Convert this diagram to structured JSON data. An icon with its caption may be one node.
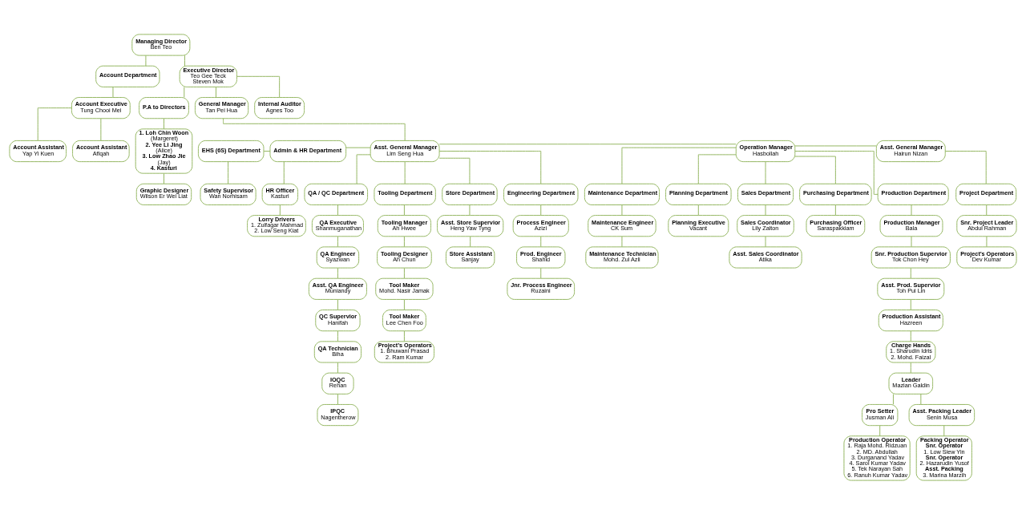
{
  "diagram": {
    "nodes": [
      {
        "text": [
          "Managing Director",
          "Ben Teo"
        ]
      },
      {
        "text": [
          "Account Department"
        ]
      },
      {
        "text": [
          "Account Executive",
          "Tung Chooi Mei"
        ]
      },
      {
        "text": [
          "Account Assistant",
          "Yap Yi Kuen"
        ]
      },
      {
        "text": [
          "Account Assistant",
          "Aflqah"
        ]
      },
      {
        "text": [
          "Executive Director",
          "Teo Gee Teck",
          "Steven Mok"
        ]
      },
      {
        "text": [
          "Internal Auditor",
          "Agnes Too"
        ]
      },
      {
        "text": [
          "P.A to Directors"
        ]
      },
      {
        "text": [
          "1. Loh Chin Woon",
          "(Margeret)",
          "2. Yee Li Jing",
          "(Alice)",
          "3. Low Zhao Jie",
          "(Jay)",
          "4. Kasturi"
        ]
      },
      {
        "text": [
          "Graphic Designer",
          "Wilson Er Wei Liat"
        ]
      },
      {
        "text": [
          "General Manager",
          "Tan Pei Hua"
        ]
      },
      {
        "text": [
          "EHS (6S) Department"
        ]
      },
      {
        "text": [
          "Admin & HR Department"
        ]
      },
      {
        "text": [
          "Asst. General Manager",
          "Lim Seng Hua"
        ]
      },
      {
        "text": [
          "Operation Manager",
          "Hasbollah"
        ]
      },
      {
        "text": [
          "Asst. General Manager",
          "Hairun Nizan"
        ]
      },
      {
        "text": [
          "Safety Supervisor",
          "Wan Norhisam"
        ]
      },
      {
        "text": [
          "HR Officer",
          "Kasturi"
        ]
      },
      {
        "text": [
          "Lorry Drivers",
          "1. Zulfagar Mahmad",
          "2. Low Seng Kiat"
        ]
      },
      {
        "text": [
          "Engineering Department"
        ]
      },
      {
        "text": [
          "Process Engineer",
          "Azizi"
        ]
      },
      {
        "text": [
          "Prod. Engineer",
          "Shahid"
        ]
      },
      {
        "text": [
          "Jnr. Process Engineer",
          "Ruzaini"
        ]
      },
      {
        "text": [
          "QA / QC Department"
        ]
      },
      {
        "text": [
          "QA Executive",
          "Shanmuganathan"
        ]
      },
      {
        "text": [
          "QA Engineer",
          "Syazwan"
        ]
      },
      {
        "text": [
          "Asst. QA Engineer",
          "Muniandy"
        ]
      },
      {
        "text": [
          "QC Supervior",
          "Hanifah"
        ]
      },
      {
        "text": [
          "QA Technician",
          "Biha"
        ]
      },
      {
        "text": [
          "IOQC",
          "Rehan"
        ]
      },
      {
        "text": [
          "IPQC",
          "Nagentherow"
        ]
      },
      {
        "text": [
          "Tooling Department"
        ]
      },
      {
        "text": [
          "Tooling Manager",
          "Ah Hwee"
        ]
      },
      {
        "text": [
          "Tooling Designer",
          "Ah Chun"
        ]
      },
      {
        "text": [
          "Tool Maker",
          "Mohd. Nasir Jamak"
        ]
      },
      {
        "text": [
          "Tool Maker",
          "Lee Chen Foo"
        ]
      },
      {
        "text": [
          "Project’s Operators",
          "1. Bhuwani Prasad",
          "2. Ram Kumar"
        ]
      },
      {
        "text": [
          "Store Department"
        ]
      },
      {
        "text": [
          "Asst. Store Supervior",
          "Heng Yaw Tyng"
        ]
      },
      {
        "text": [
          "Store Assistant",
          "Sanjay"
        ]
      },
      {
        "text": [
          "Sales Department"
        ]
      },
      {
        "text": [
          "Sales Coordinator",
          "Lily Zalton"
        ]
      },
      {
        "text": [
          "Asst. Sales Coordinator",
          "Atika"
        ]
      },
      {
        "text": [
          "Purchasing Department"
        ]
      },
      {
        "text": [
          "Purchasing Officer",
          "Saraspakkiam"
        ]
      },
      {
        "text": [
          "Production Department"
        ]
      },
      {
        "text": [
          "Production Manager",
          "Bala"
        ]
      },
      {
        "text": [
          "Snr. Production Supervior",
          "Tok Chon Hey"
        ]
      },
      {
        "text": [
          "Asst. Prod. Supervior",
          "Toh Pui Lin"
        ]
      },
      {
        "text": [
          "Production Assistant",
          "Hazreen"
        ]
      },
      {
        "text": [
          "Charge Hands",
          "1. Sharudin Idris",
          "2. Mohd. Faizal"
        ]
      },
      {
        "text": [
          "Leader",
          "Mazian Galdin"
        ]
      },
      {
        "text": [
          "Asst. Packing Leader",
          "Senin Musa"
        ]
      },
      {
        "text": [
          "Pro Setter",
          "Jusman Ali"
        ]
      },
      {
        "text": [
          "Packing Operator",
          "Snr. Operator",
          "1. Low Siew Yin",
          "Snr. Operator",
          "2. Hazarudin Yusof",
          "Asst. Packing",
          "3. Marina Marzih"
        ]
      },
      {
        "text": [
          "Production Operator",
          "1. Raja Mohd. Ridzuan",
          "2. MD. Abdullah",
          "3. Durganand Yadav",
          "4. Sarol Kumar Yadav",
          "5. Tek Narayan Sah",
          "6. Ranuh Kumar Yadav"
        ]
      },
      {
        "text": [
          "Maintenance Department"
        ]
      },
      {
        "text": [
          "Maintenance Engineer",
          "CK Sum"
        ]
      },
      {
        "text": [
          "Maintenance Technician",
          "Mohd. Zul Azli"
        ]
      },
      {
        "text": [
          "Planning Department"
        ]
      },
      {
        "text": [
          "Planning Executive",
          "Vacant"
        ]
      },
      {
        "text": [
          "Project Department"
        ]
      },
      {
        "text": [
          "Snr. Project Leader",
          "Abdul Rahman"
        ]
      },
      {
        "text": [
          "Project’s Operators",
          "Dev Kumar"
        ]
      }
    ],
    "edges": [
      {
        "from": 0,
        "to": 5,
        "arrow": "none"
      },
      {
        "from": 0,
        "to": 1,
        "arrow": "none"
      },
      {
        "from": 1,
        "to": 2,
        "arrow": "none"
      },
      {
        "from": 2,
        "to": 3,
        "arrow": "none"
      },
      {
        "from": 2,
        "to": 4,
        "arrow": "none"
      },
      {
        "from": 5,
        "to": 6,
        "arrow": "none"
      },
      {
        "from": 5,
        "to": 7,
        "arrow": "none"
      },
      {
        "from": 7,
        "to": 8,
        "arrow": "none"
      },
      {
        "from": 8,
        "to": 9,
        "arrow": "none"
      },
      {
        "from": 5,
        "to": 10,
        "arrow": "none"
      },
      {
        "from": 10,
        "to": 13,
        "arrow": "none"
      },
      {
        "from": 11,
        "to": 12,
        "arrow": "none"
      },
      {
        "from": 12,
        "to": 13,
        "arrow": "none"
      },
      {
        "from": 13,
        "to": 14,
        "arrow": "none"
      },
      {
        "from": 14,
        "to": 15,
        "arrow": "none"
      },
      {
        "from": 11,
        "to": 16,
        "arrow": "none"
      },
      {
        "from": 12,
        "to": 17,
        "arrow": "none"
      },
      {
        "from": 17,
        "to": 18,
        "arrow": "none"
      },
      {
        "from": 13,
        "to": 19,
        "arrow": "none"
      },
      {
        "from": 19,
        "to": 20,
        "arrow": "none"
      },
      {
        "from": 20,
        "to": 21,
        "arrow": "none"
      },
      {
        "from": 21,
        "to": 22,
        "arrow": "none"
      },
      {
        "from": 13,
        "to": 23,
        "arrow": "none"
      },
      {
        "from": 23,
        "to": 24,
        "arrow": "none"
      },
      {
        "from": 24,
        "to": 25,
        "arrow": "none"
      },
      {
        "from": 25,
        "to": 26,
        "arrow": "none"
      },
      {
        "from": 26,
        "to": 27,
        "arrow": "none"
      },
      {
        "from": 27,
        "to": 28,
        "arrow": "none"
      },
      {
        "from": 28,
        "to": 29,
        "arrow": "none"
      },
      {
        "from": 29,
        "to": 30,
        "arrow": "none"
      },
      {
        "from": 13,
        "to": 31,
        "arrow": "none"
      },
      {
        "from": 31,
        "to": 32,
        "arrow": "none"
      },
      {
        "from": 32,
        "to": 33,
        "arrow": "none"
      },
      {
        "from": 33,
        "to": 34,
        "arrow": "none"
      },
      {
        "from": 34,
        "to": 35,
        "arrow": "none"
      },
      {
        "from": 35,
        "to": 36,
        "arrow": "none"
      },
      {
        "from": 13,
        "to": 37,
        "arrow": "none"
      },
      {
        "from": 37,
        "to": 38,
        "arrow": "none"
      },
      {
        "from": 38,
        "to": 39,
        "arrow": "none"
      },
      {
        "from": 14,
        "to": 40,
        "arrow": "none"
      },
      {
        "from": 40,
        "to": 41,
        "arrow": "none"
      },
      {
        "from": 41,
        "to": 42,
        "arrow": "none"
      },
      {
        "from": 14,
        "to": 43,
        "arrow": "none"
      },
      {
        "from": 43,
        "to": 44,
        "arrow": "none"
      },
      {
        "from": 14,
        "to": 45,
        "arrow": "none"
      },
      {
        "from": 45,
        "to": 46,
        "arrow": "none"
      },
      {
        "from": 46,
        "to": 47,
        "arrow": "none"
      },
      {
        "from": 47,
        "to": 48,
        "arrow": "none"
      },
      {
        "from": 48,
        "to": 49,
        "arrow": "none"
      },
      {
        "from": 49,
        "to": 50,
        "arrow": "none"
      },
      {
        "from": 50,
        "to": 51,
        "arrow": "none"
      },
      {
        "from": 51,
        "to": 52,
        "arrow": "none"
      },
      {
        "from": 51,
        "to": 53,
        "arrow": "none"
      },
      {
        "from": 52,
        "to": 54,
        "arrow": "none"
      },
      {
        "from": 53,
        "to": 55,
        "arrow": "none"
      },
      {
        "from": 14,
        "to": 56,
        "arrow": "none"
      },
      {
        "from": 56,
        "to": 57,
        "arrow": "none"
      },
      {
        "from": 57,
        "to": 58,
        "arrow": "none"
      },
      {
        "from": 14,
        "to": 59,
        "arrow": "none"
      },
      {
        "from": 59,
        "to": 60,
        "arrow": "none"
      },
      {
        "from": 15,
        "to": 61,
        "arrow": "none"
      },
      {
        "from": 61,
        "to": 62,
        "arrow": "none"
      },
      {
        "from": 62,
        "to": 63,
        "arrow": "none"
      }
    ]
  }
}
